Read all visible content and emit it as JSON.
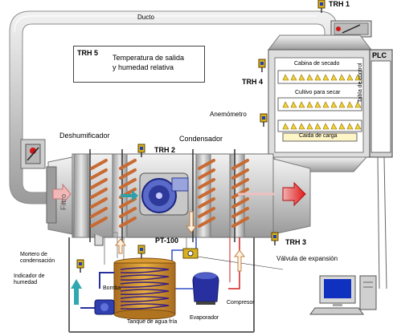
{
  "labels": {
    "duct": "Ducto",
    "trh1": "TRH 1",
    "trh2": "TRH 2",
    "trh3": "TRH 3",
    "trh4": "TRH 4",
    "trh5": "TRH 5",
    "legend_line1": "Temperatura de salida",
    "legend_line2": "y humedad relativa",
    "plc": "PLC",
    "control_board": "Tabla de control",
    "drying_cabin": "Cabina de secado",
    "crop_to_dry": "Cultivo para secar",
    "load_box": "Caida de carga",
    "anemometer": "Anemómetro",
    "dehumidifier": "Deshumificador",
    "condenser": "Condensador",
    "filter": "Filtro",
    "pt100": "PT-100",
    "condensation_mortar_1": "Mortero de",
    "condensation_mortar_2": "condensación",
    "humidity_indicator_1": "Indicador de",
    "humidity_indicator_2": "humedad",
    "pump": "Bomba",
    "cold_water_tank": "Tanque de agua fría",
    "evaporator": "Evaporador",
    "compressor": "Compresor",
    "expansion_valve": "Válvula de expansión"
  },
  "colors": {
    "duct_gray": "#d4d4d4",
    "duct_edge": "#8c8c8c",
    "coil_orange": "#c86a32",
    "fan_blue": "#2d3a9a",
    "arrow_red": "#e02020",
    "arrow_pink": "#f0a8a8",
    "water_cyan": "#30a0a8",
    "grain_yellow": "#f0d23a"
  }
}
